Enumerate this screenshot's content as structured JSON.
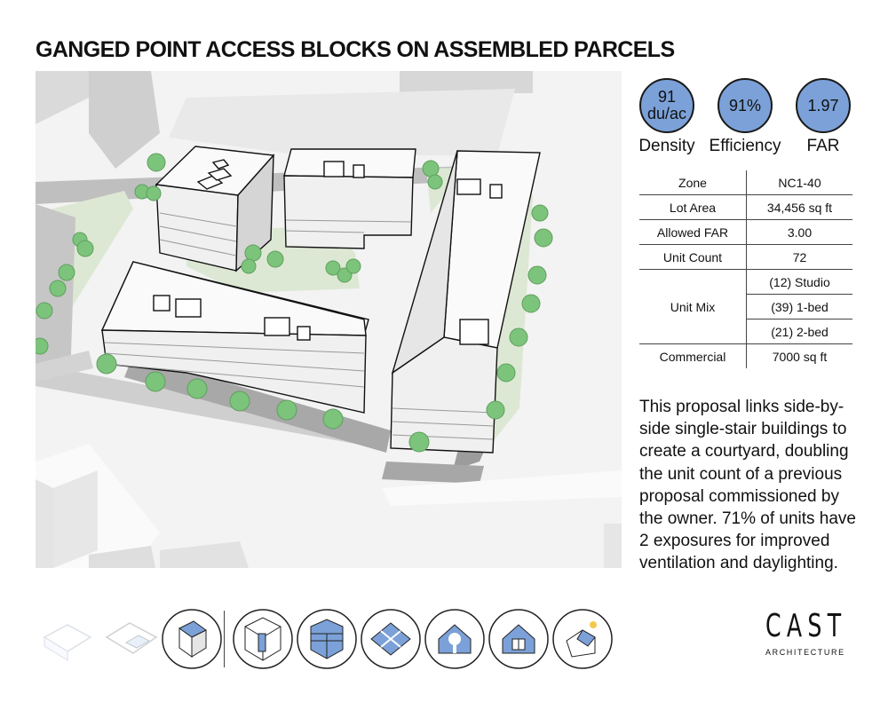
{
  "title": "GANGED POINT ACCESS BLOCKS ON ASSEMBLED PARCELS",
  "metrics": [
    {
      "value_line1": "91",
      "value_line2": "du/ac",
      "label": "Density"
    },
    {
      "value_line1": "91%",
      "value_line2": "",
      "label": "Efficiency"
    },
    {
      "value_line1": "1.97",
      "value_line2": "",
      "label": "FAR"
    }
  ],
  "stats": {
    "zone": {
      "key": "Zone",
      "value": "NC1-40"
    },
    "lot_area": {
      "key": "Lot Area",
      "value": "34,456 sq ft"
    },
    "allowed_far": {
      "key": "Allowed FAR",
      "value": "3.00"
    },
    "unit_count": {
      "key": "Unit Count",
      "value": "72"
    },
    "unit_mix": {
      "key": "Unit Mix",
      "values": [
        "(12) Studio",
        "(39) 1-bed",
        "(21) 2-bed"
      ]
    },
    "commercial": {
      "key": "Commercial",
      "value": "7000 sq ft"
    }
  },
  "description": "This proposal links side-by-side single-stair buildings to create a courtyard, doubling the unit count of a previous proposal commissioned by the owner. 71% of units have 2 exposures for improved ventilation and daylighting.",
  "icon_strip": [
    "site-axon-icon",
    "parcels-axon-icon",
    "building-mass-icon",
    "stair-core-icon",
    "section-icon",
    "unit-plan-icon",
    "tree-house-icon",
    "window-house-icon",
    "sun-house-icon"
  ],
  "logo": {
    "word": "CAST",
    "sub": "ARCHITECTURE"
  },
  "colors": {
    "accent_blue": "#7ba1d8",
    "courtyard_green": "#dde8d4",
    "tree_green": "#7cc47b"
  }
}
